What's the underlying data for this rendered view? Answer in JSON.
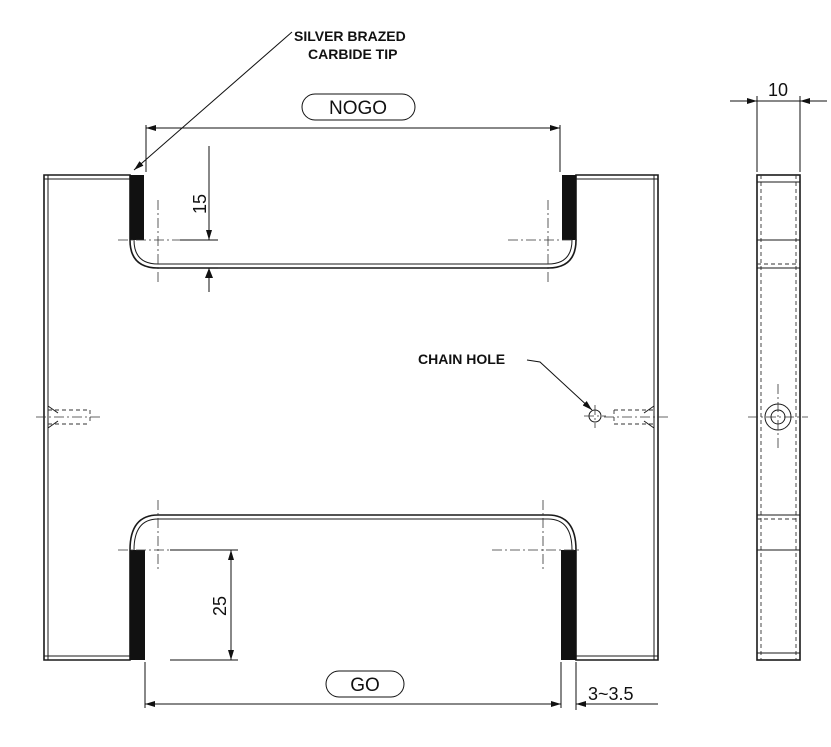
{
  "labels": {
    "tip_line1": "SILVER BRAZED",
    "tip_line2": "CARBIDE TIP",
    "chain_hole": "CHAIN HOLE"
  },
  "tags": {
    "nogo": "NOGO",
    "go": "GO"
  },
  "dimensions": {
    "nogo_depth": "15",
    "go_depth": "25",
    "tip_offset": "3~3.5",
    "thickness": "10"
  }
}
